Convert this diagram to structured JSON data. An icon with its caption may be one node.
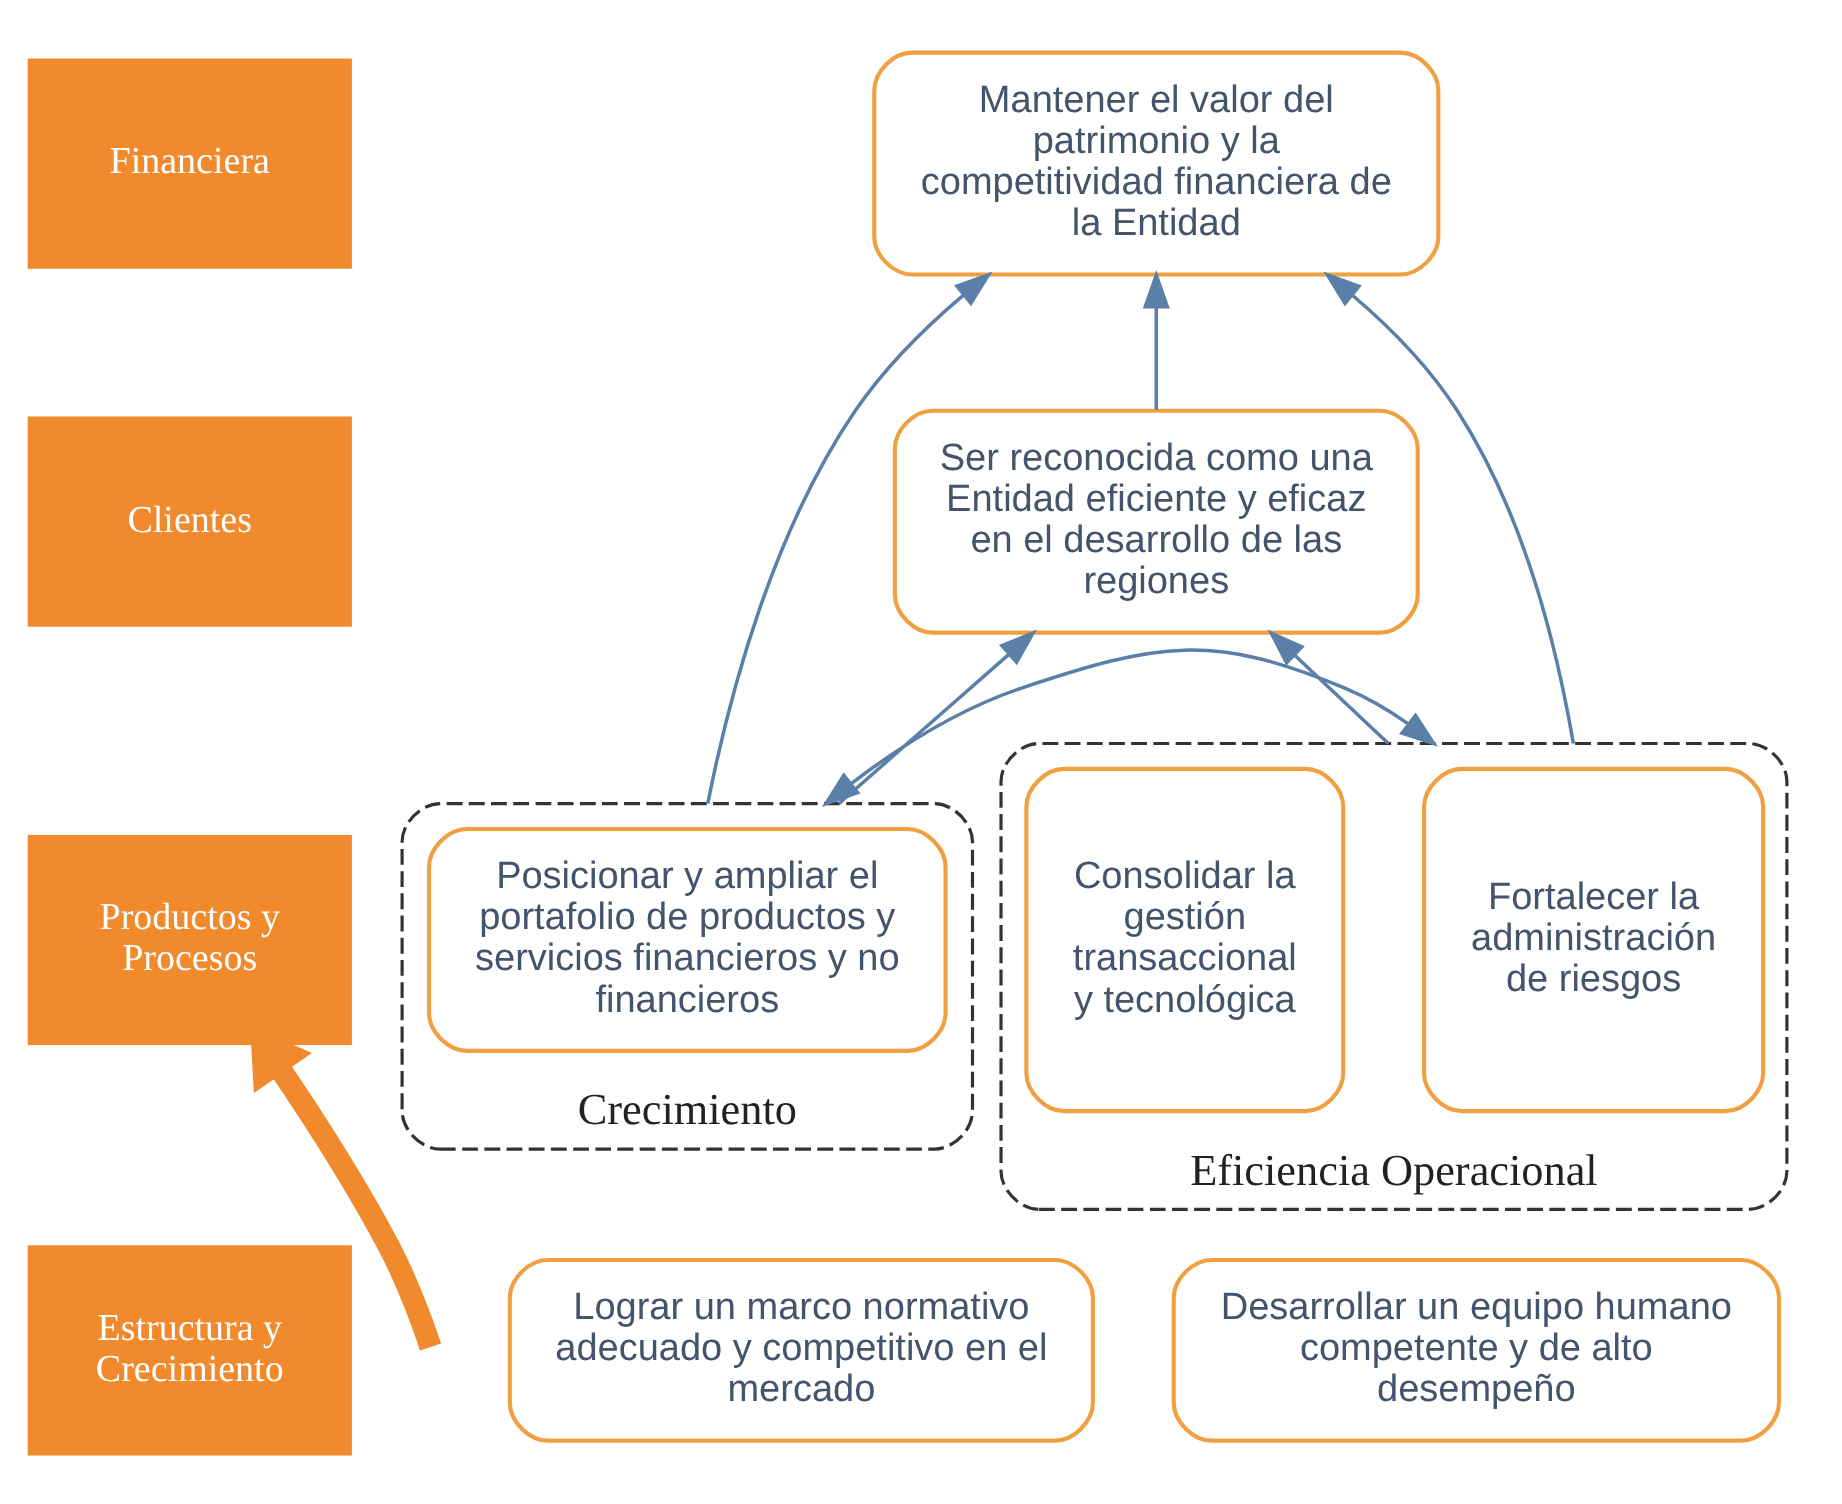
{
  "diagram": {
    "nodes": [
      {
        "text": [
          "Financiera"
        ]
      },
      {
        "text": [
          "Clientes"
        ]
      },
      {
        "text": [
          "Productos y Procesos"
        ]
      },
      {
        "text": [
          "Estructura y Crecimiento"
        ]
      },
      {
        "text": [
          "Mantener el valor del patrimonio y la competitividad financiera de la Entidad"
        ]
      },
      {
        "text": [
          "Ser reconocida como una Entidad eficiente y eficaz en el desarrollo de las regiones"
        ]
      },
      {
        "text": [
          "Crecimiento"
        ]
      },
      {
        "text": [
          "Posicionar y ampliar el portafolio de productos y servicios financieros y no financieros"
        ],
        "in": 6
      },
      {
        "text": [
          "Eficiencia Operacional"
        ]
      },
      {
        "text": [
          "Fortalecer la administración de riesgos"
        ],
        "in": 8
      },
      {
        "text": [
          "Consolidar la gestión transaccional y tecnológica"
        ],
        "in": 8
      },
      {
        "text": [
          "Lograr un marco normativo adecuado y competitivo en el mercado"
        ]
      },
      {
        "text": [
          "Desarrollar un equipo humano competente y de alto desempeño"
        ]
      }
    ],
    "edges": [
      {
        "from": 6,
        "to": 4,
        "arrow": "to"
      },
      {
        "from": 5,
        "to": 4,
        "arrow": "to"
      },
      {
        "from": 8,
        "to": 4,
        "arrow": "to"
      },
      {
        "from": 6,
        "to": 5,
        "arrow": "to"
      },
      {
        "from": 8,
        "to": 5,
        "arrow": "to"
      },
      {
        "from": 6,
        "to": 8,
        "arrow": "both"
      },
      {
        "from": null,
        "to": 2,
        "arrow": "to",
        "style": "thick",
        "color": "#f08a2c"
      }
    ]
  }
}
